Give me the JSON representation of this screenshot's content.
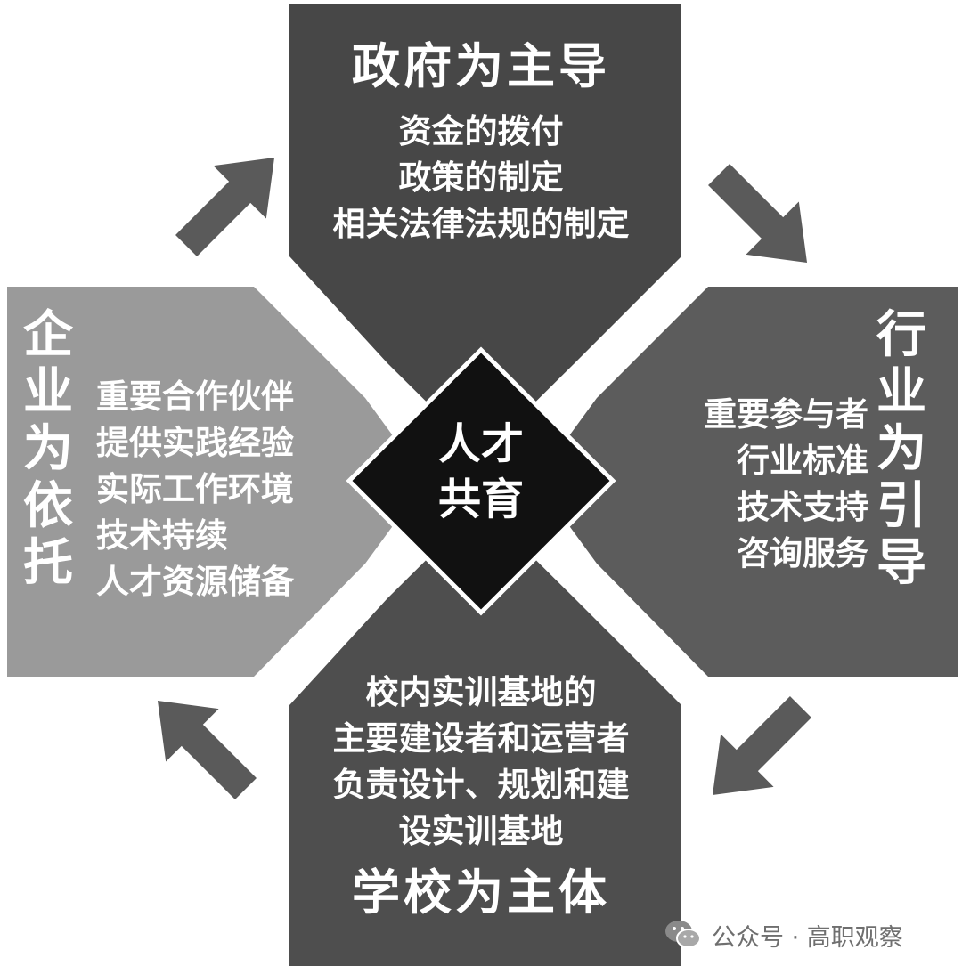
{
  "center": {
    "line1": "人才",
    "line2": "共育"
  },
  "government": {
    "title": "政府为主导",
    "lines": [
      "资金的拨付",
      "政策的制定",
      "相关法律法规的制定"
    ]
  },
  "enterprise": {
    "title_chars": [
      "企",
      "业",
      "为",
      "依",
      "托"
    ],
    "lines": [
      "重要合作伙伴",
      "提供实践经验",
      "实际工作环境",
      "技术持续",
      "人才资源储备"
    ]
  },
  "industry": {
    "title_chars": [
      "行",
      "业",
      "为",
      "引",
      "导"
    ],
    "lines": [
      "重要参与者",
      "行业标准",
      "技术支持",
      "咨询服务"
    ]
  },
  "school": {
    "title": "学校为主体",
    "lines": [
      "校内实训基地的",
      "主要建设者和运营者",
      "负责设计、规划和建",
      "设实训基地"
    ]
  },
  "watermark": {
    "icon": "wechat-icon",
    "text": "公众号 · 高职观察"
  },
  "colors": {
    "government": "#474747",
    "enterprise": "#9a9a9a",
    "industry": "#5c5c5c",
    "school": "#4e4e4e",
    "center": "#111111",
    "arrow": "#5a5a5a"
  }
}
